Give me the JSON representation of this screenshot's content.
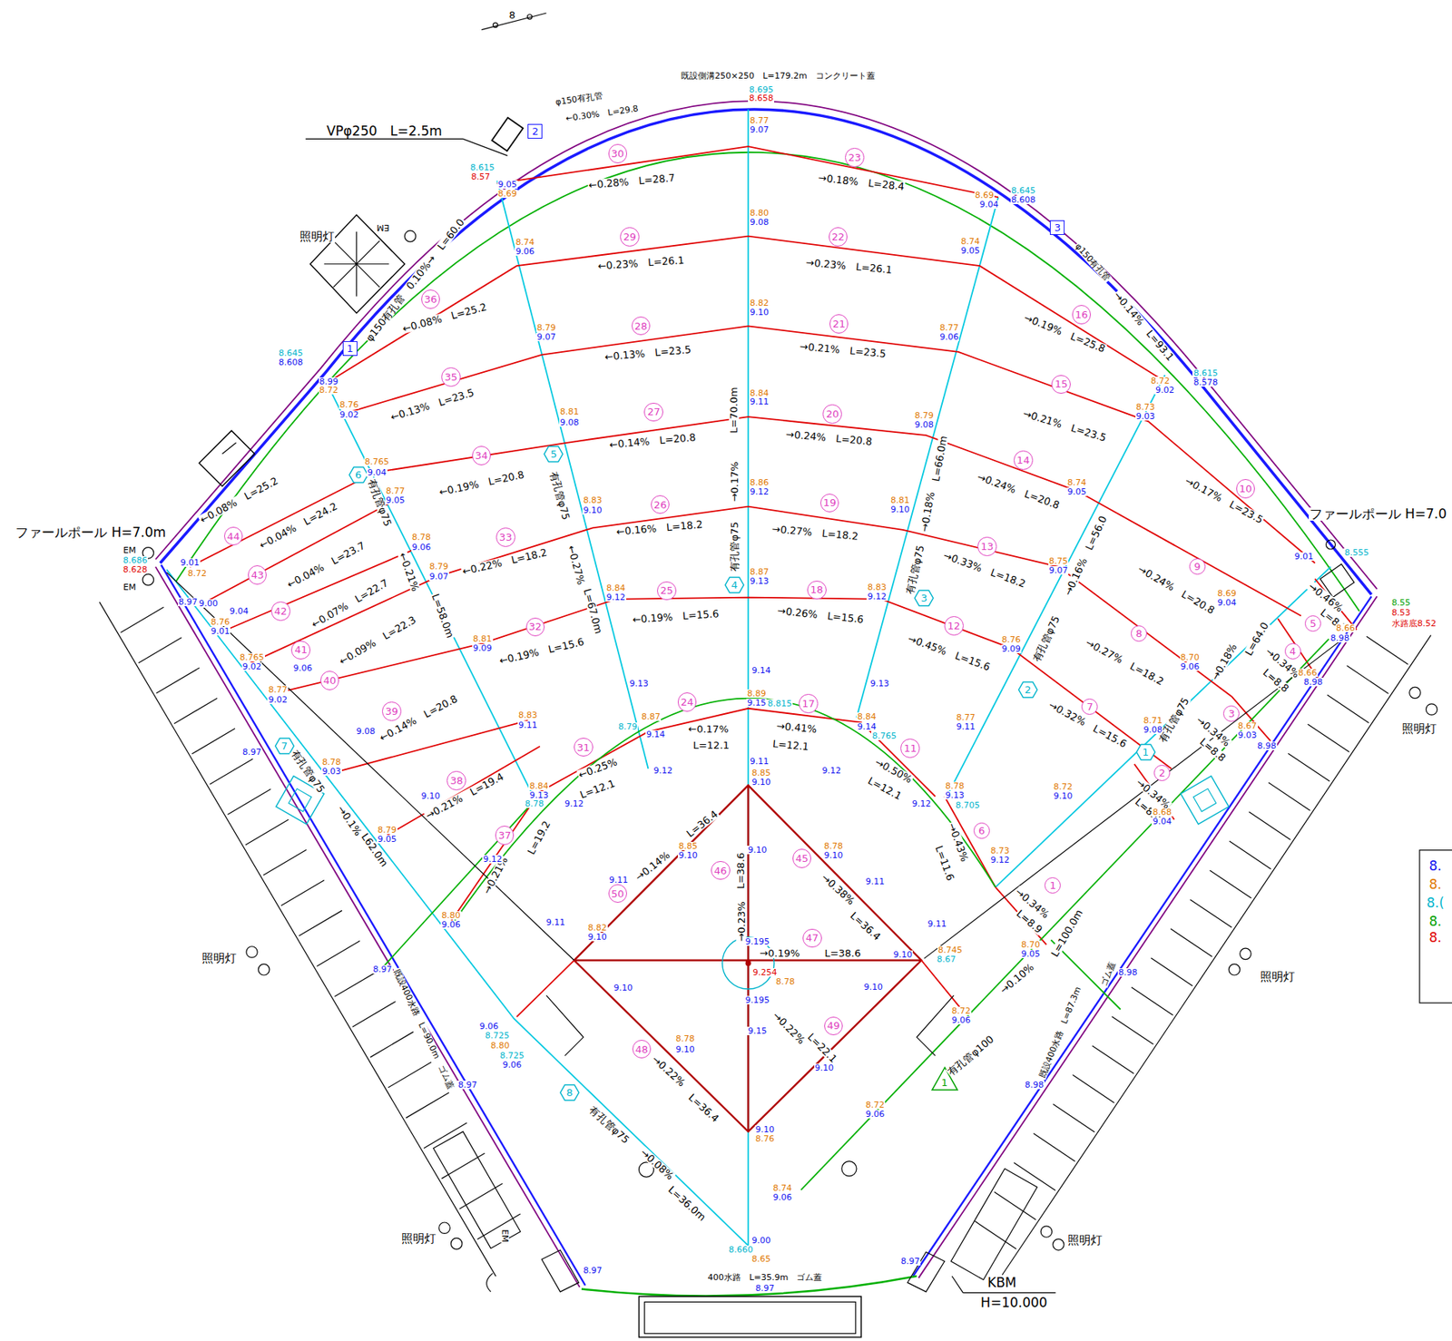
{
  "diagram": {
    "nodes": [
      {
        "text": [
          "1"
        ]
      },
      {
        "text": [
          "2"
        ]
      },
      {
        "text": [
          "3"
        ]
      },
      {
        "text": [
          "4"
        ]
      },
      {
        "text": [
          "5"
        ]
      },
      {
        "text": [
          "6"
        ]
      },
      {
        "text": [
          "7"
        ]
      },
      {
        "text": [
          "8"
        ]
      },
      {
        "text": [
          "9"
        ]
      },
      {
        "text": [
          "10"
        ]
      },
      {
        "text": [
          "11"
        ]
      },
      {
        "text": [
          "12"
        ]
      },
      {
        "text": [
          "13"
        ]
      },
      {
        "text": [
          "14"
        ]
      },
      {
        "text": [
          "15"
        ]
      },
      {
        "text": [
          "16"
        ]
      },
      {
        "text": [
          "17"
        ]
      },
      {
        "text": [
          "18"
        ]
      },
      {
        "text": [
          "19"
        ]
      },
      {
        "text": [
          "20"
        ]
      },
      {
        "text": [
          "21"
        ]
      },
      {
        "text": [
          "22"
        ]
      },
      {
        "text": [
          "23"
        ]
      },
      {
        "text": [
          "24"
        ]
      },
      {
        "text": [
          "25"
        ]
      },
      {
        "text": [
          "26"
        ]
      },
      {
        "text": [
          "27"
        ]
      },
      {
        "text": [
          "28"
        ]
      },
      {
        "text": [
          "29"
        ]
      },
      {
        "text": [
          "30"
        ]
      },
      {
        "text": [
          "31"
        ]
      },
      {
        "text": [
          "32"
        ]
      },
      {
        "text": [
          "33"
        ]
      },
      {
        "text": [
          "34"
        ]
      },
      {
        "text": [
          "35"
        ]
      },
      {
        "text": [
          "36"
        ]
      },
      {
        "text": [
          "37"
        ]
      },
      {
        "text": [
          "38"
        ]
      },
      {
        "text": [
          "39"
        ]
      },
      {
        "text": [
          "40"
        ]
      },
      {
        "text": [
          "41"
        ]
      },
      {
        "text": [
          "42"
        ]
      },
      {
        "text": [
          "43"
        ]
      },
      {
        "text": [
          "44"
        ]
      },
      {
        "text": [
          "45"
        ]
      },
      {
        "text": [
          "46"
        ]
      },
      {
        "text": [
          "47"
        ]
      },
      {
        "text": [
          "48"
        ]
      },
      {
        "text": [
          "49"
        ]
      },
      {
        "text": [
          "50"
        ]
      },
      {
        "text": [
          "1"
        ]
      },
      {
        "text": [
          "2"
        ]
      },
      {
        "text": [
          "3"
        ]
      },
      {
        "text": [
          "4"
        ]
      },
      {
        "text": [
          "5"
        ]
      },
      {
        "text": [
          "6"
        ]
      },
      {
        "text": [
          "7"
        ]
      },
      {
        "text": [
          "8"
        ]
      },
      {
        "text": [
          "1"
        ]
      },
      {
        "text": [
          "2"
        ]
      },
      {
        "text": [
          "3"
        ]
      },
      {
        "text": [
          "1"
        ]
      }
    ],
    "labels": [
      "8",
      "既設側溝250×250　L=179.2m　コンクリート蓋",
      "8.695",
      "8.658",
      "8.77",
      "9.07",
      "φ150有孔管",
      "←0.30%　L=29.8",
      "VPφ250　L=2.5m",
      "8.615",
      "8.57",
      "9.05",
      "8.69",
      "←0.28%　L=28.7",
      "→0.18%　L=28.4",
      "8.645",
      "8.608",
      "8.69",
      "9.04",
      "8.74",
      "9.06",
      "←0.23%　L=26.1",
      "8.80",
      "9.08",
      "→0.23%　L=26.1",
      "8.74",
      "9.05",
      "φ150有孔管",
      "→0.14%　L=93.1",
      "照明灯",
      "EM",
      "φ150有孔管　0.10%→　L=60.0",
      "←0.08%　L=25.2",
      "8.82",
      "9.10",
      "←0.13%　L=23.5",
      "8.79",
      "9.07",
      "→0.21%　L=23.5",
      "8.77",
      "9.06",
      "→0.19%　L=25.8",
      "8.645",
      "8.608",
      "8.99",
      "8.72",
      "←0.13%　L=23.5",
      "8.76",
      "9.02",
      "8.615",
      "8.578",
      "8.72",
      "9.02",
      "8.73",
      "9.03",
      "→0.21%　L=23.5",
      "8.81",
      "9.08",
      "←0.14%　L=20.8",
      "8.84",
      "9.11",
      "L=70.0m",
      "→0.17%",
      "有孔管φ75",
      "→0.24%　L=20.8",
      "8.79",
      "9.08",
      "L=66.0m",
      "→0.18%",
      "有孔管φ75",
      "→0.24%　L=20.8",
      "8.74",
      "9.05",
      "→0.17%　L=23.5",
      "8.765",
      "9.04",
      "有孔管φ75",
      "←0.21%",
      "L=58.0m",
      "8.77",
      "9.05",
      "←0.08%　L=25.2",
      "←0.19%　L=20.8",
      "8.83",
      "9.10",
      "有孔管φ75",
      "←0.27%",
      "L=67.0m",
      "←0.16%　L=18.2",
      "8.86",
      "9.12",
      "→0.27%　L=18.2",
      "8.81",
      "9.10",
      "→0.33%　L=18.2",
      "8.75",
      "9.07",
      "→0.16%　L=56.0",
      "→0.24%　L=20.8",
      "ファールポール H=7.0m",
      "ファールポール H=7.0",
      "8.555",
      "9.01",
      "EM",
      "8.686",
      "8.628",
      "EM",
      "9.01",
      "8.72",
      "←0.04%　L=24.2",
      "8.97",
      "9.00",
      "8.76",
      "9.01",
      "9.04",
      "←0.04%　L=23.7",
      "8.78",
      "9.06",
      "8.79",
      "9.07",
      "←0.22%　L=18.2",
      "8.84",
      "9.12",
      "←0.19%　L=15.6",
      "8.87",
      "9.13",
      "→0.26%　L=15.6",
      "8.83",
      "9.12",
      "→0.45%　L=15.6",
      "8.76",
      "9.09",
      "有孔管φ75",
      "→0.27%　L=18.2",
      "8.69",
      "9.04",
      "→0.46%",
      "L=8.7",
      "8.66",
      "8.98",
      "8.55",
      "8.53",
      "水路底8.52",
      "L=64.0",
      "→0.18%",
      "→0.34%",
      "L=8.8",
      "8.70",
      "9.06",
      "8.66",
      "8.98",
      "←0.07%　L=22.7",
      "8.765",
      "9.02",
      "9.06",
      "←0.09%　L=22.3",
      "8.81",
      "9.09",
      "←0.19%　L=15.6",
      "9.14",
      "9.13",
      "9.13",
      "→0.32%　L=15.6",
      "8.71",
      "9.08",
      "有孔管φ75",
      "→0.34%",
      "L=8.8",
      "8.67",
      "9.03",
      "8.77",
      "9.02",
      "←0.14%　L=20.8",
      "9.08",
      "8.83",
      "9.11",
      "8.89",
      "9.15",
      "8.815",
      "←0.17%",
      "L=12.1",
      "8.79",
      "8.87",
      "9.14",
      "→0.41%",
      "L=12.1",
      "8.84",
      "9.14",
      "8.765",
      "→0.50%",
      "L=12.1",
      "8.77",
      "9.11",
      "8.97",
      "有孔管φ75",
      "→0.1%",
      "L62.0m",
      "8.78",
      "9.03",
      "→0.21%　L=19.4",
      "9.11",
      "8.85",
      "9.10",
      "←0.25%",
      "L=12.1",
      "9.12",
      "9.12",
      "8.84",
      "9.13",
      "8.78",
      "9.12",
      "8.78",
      "9.13",
      "8.705",
      "9.12",
      "8.72",
      "9.10",
      "→0.34%",
      "L=8.9",
      "8.68",
      "9.04",
      "9.10",
      "8.79",
      "9.05",
      "→0.21%",
      "L=19.2",
      "9.12",
      "9.10",
      "8.85",
      "9.10",
      "9.11",
      "→0.14%",
      "L=36.4",
      "L=38.6",
      "→0.23%",
      "8.78",
      "9.10",
      "→0.38%",
      "L=36.4",
      "9.11",
      "→0.34%",
      "L=8.9",
      "8.73",
      "9.12",
      "→0.43%",
      "L=11.6",
      "8.80",
      "9.06",
      "9.11",
      "9.11",
      "8.82",
      "9.10",
      "9.195",
      "→0.19%",
      "L=38.6",
      "9.254",
      "8.78",
      "9.10",
      "8.745",
      "8.67",
      "8.70",
      "9.05",
      "有孔管φ100",
      "→0.10%",
      "L=100.0m",
      "ゴム蓋",
      "8.97",
      "9.10",
      "9.195",
      "→0.22%",
      "L=22.1",
      "9.10",
      "9.10",
      "9.15",
      "9.06",
      "8.725",
      "8.80",
      "8.725",
      "9.06",
      "→0.22%",
      "L=36.4",
      "8.78",
      "9.10",
      "8.72",
      "9.06",
      "8.98",
      "既設400水路　L=90.0m　ゴム蓋",
      "8.97",
      "既設400水路　L=87.3m",
      "8.98",
      "8.72",
      "9.06",
      "9.10",
      "8.76",
      "有孔管φ75",
      "→0.08%",
      "L=36.0m",
      "8.74",
      "9.06",
      "照明灯",
      "照明灯",
      "照明灯",
      "照明灯",
      "照明灯",
      "EM",
      "8.97",
      "8.97",
      "8.660",
      "9.00",
      "8.65",
      "400水路　L=35.9m　ゴム蓋",
      "8.97",
      "KBM",
      "H=10.000",
      "8.98",
      "8.",
      "8.",
      "8.(",
      "8.",
      "8."
    ]
  }
}
